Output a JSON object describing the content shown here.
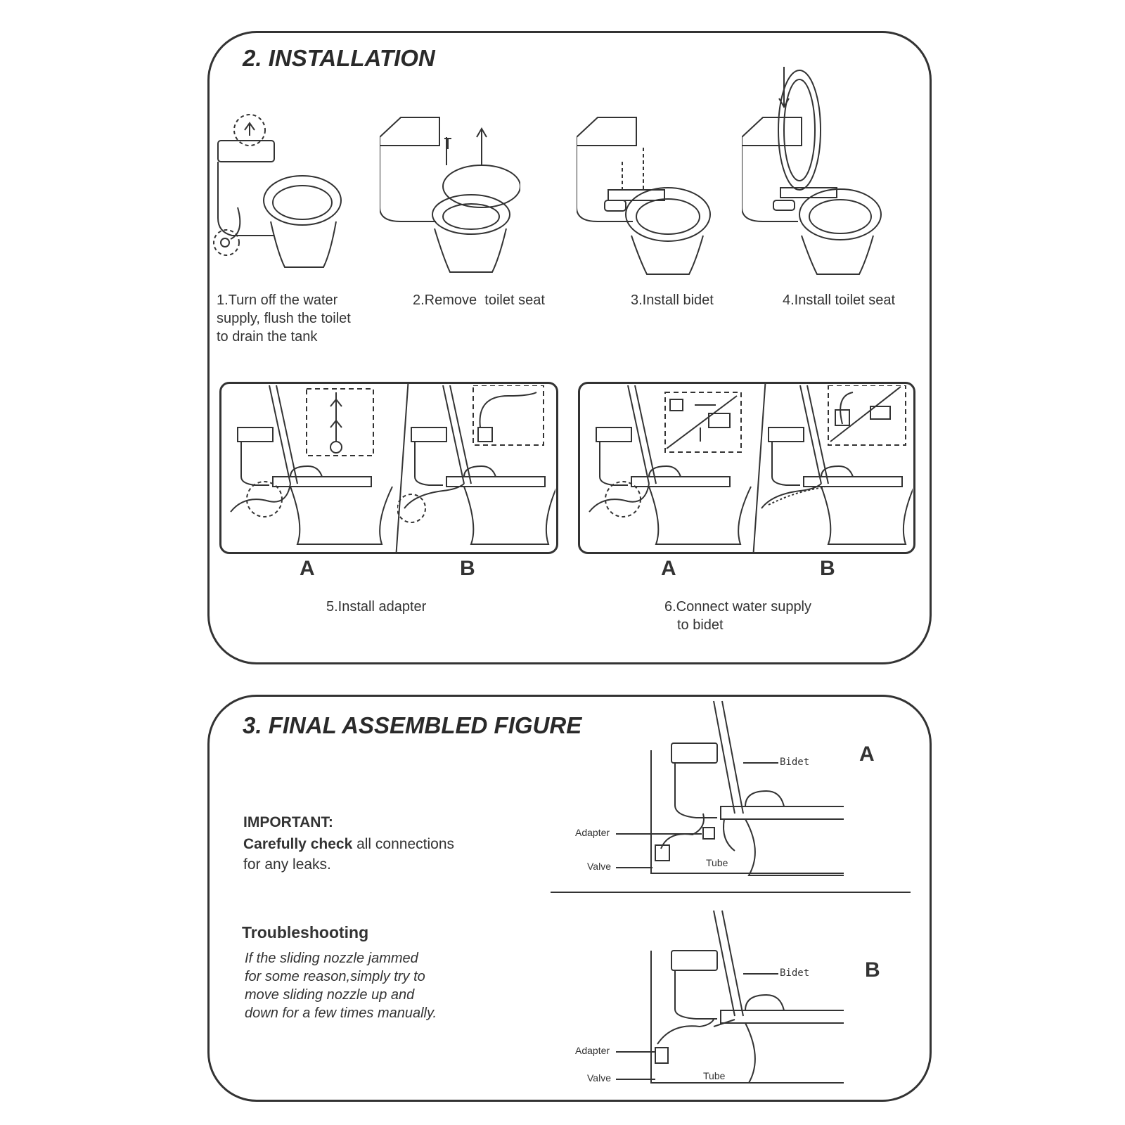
{
  "installation": {
    "title": "2. INSTALLATION",
    "steps": [
      {
        "lines": [
          "1.Turn off the water",
          " supply, flush the toilet",
          " to drain the tank"
        ]
      },
      {
        "lines": [
          "2.Remove  toilet seat"
        ]
      },
      {
        "lines": [
          "3.Install bidet"
        ]
      },
      {
        "lines": [
          "4.Install toilet seat"
        ]
      }
    ],
    "step5": {
      "label_a": "A",
      "label_b": "B",
      "caption": "5.Install adapter"
    },
    "step6": {
      "label_a": "A",
      "label_b": "B",
      "caption_lines": [
        "6.Connect water supply",
        "to bidet"
      ]
    }
  },
  "final": {
    "title": "3. FINAL ASSEMBLED FIGURE",
    "important_heading": "IMPORTANT:",
    "important_bold": "Carefully check",
    "important_rest": " all connections",
    "important_line2": "for any leaks.",
    "troubleshooting_heading": "Troubleshooting",
    "troubleshooting_lines": [
      "If the sliding nozzle jammed",
      "for some reason,simply try to",
      "move sliding nozzle up and",
      "down for a few times manually."
    ],
    "figure_a": {
      "letter": "A",
      "bidet": "Bidet",
      "adapter": "Adapter",
      "valve": "Valve",
      "tube": "Tube"
    },
    "figure_b": {
      "letter": "B",
      "bidet": "Bidet",
      "adapter": "Adapter",
      "valve": "Valve",
      "tube": "Tube"
    }
  }
}
